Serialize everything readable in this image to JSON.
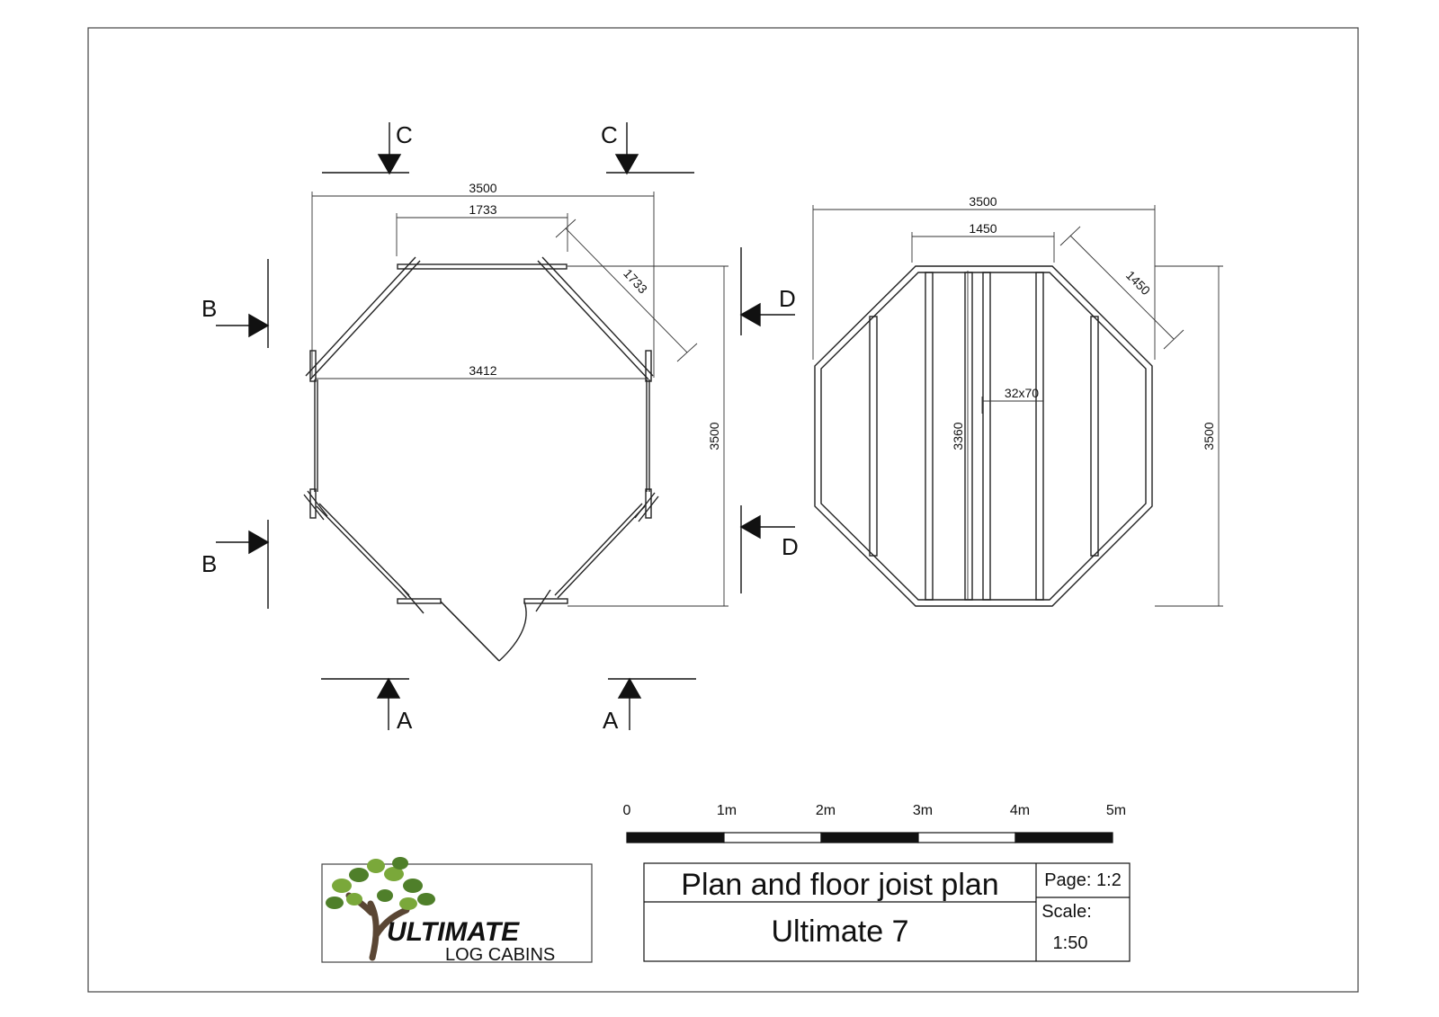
{
  "plan": {
    "dims": {
      "overall_width": "3500",
      "front_width": "1733",
      "diagonal": "1733",
      "inner_width": "3412",
      "overall_depth": "3500"
    },
    "sections": {
      "c_left": "C",
      "c_right": "C",
      "b_top": "B",
      "b_bottom": "B",
      "d_top": "D",
      "d_bottom": "D",
      "a_left": "A",
      "a_right": "A"
    }
  },
  "joist_plan": {
    "dims": {
      "overall_width": "3500",
      "front_width": "1450",
      "diagonal": "1450",
      "joist_size": "32x70",
      "joist_length": "3360",
      "overall_depth": "3500"
    }
  },
  "scale_bar": {
    "labels": [
      "0",
      "1m",
      "2m",
      "3m",
      "4m",
      "5m"
    ]
  },
  "logo": {
    "word": "ULTIMATE",
    "sub": "LOG CABINS",
    "colors": {
      "leaf": "#7aa83a",
      "leaf_dark": "#4f7f2a",
      "trunk": "#5a4634",
      "sub": "#666666"
    }
  },
  "title_block": {
    "title": "Plan and floor joist plan",
    "model": "Ultimate 7",
    "page_label": "Page: 1:2",
    "scale_label": "Scale:",
    "scale_value": "1:50"
  }
}
